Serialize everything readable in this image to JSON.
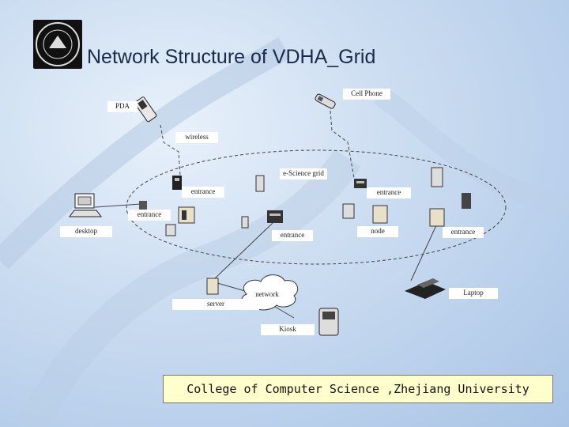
{
  "slide": {
    "title": "Network Structure of VDHA_Grid",
    "footer": "College of Computer Science ,Zhejiang University"
  },
  "diagram": {
    "labels": {
      "pda": "PDA",
      "cell_phone": "Cell Phone",
      "wireless": "wireless",
      "escience_grid": "e-Science grid",
      "entrance_1": "entrance",
      "entrance_2": "entrance",
      "entrance_3": "entrance",
      "entrance_4": "entrance",
      "entrance_5": "entrance",
      "desktop": "desktop",
      "node": "node",
      "network": "network",
      "server": "server",
      "laptop": "Laptop",
      "kiosk": "Kiosk"
    }
  },
  "colors": {
    "background": "#c9dbf0",
    "footer_bg": "#ffffcc",
    "title": "#1a2a4a"
  }
}
